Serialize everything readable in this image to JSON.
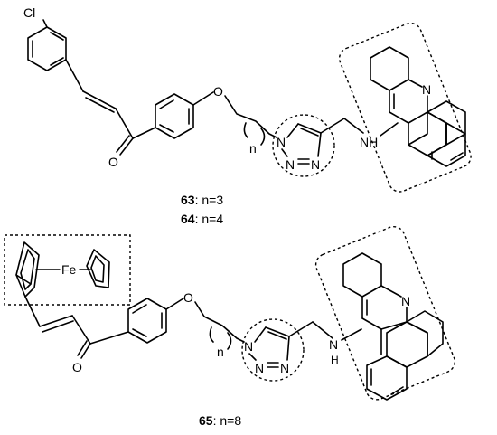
{
  "atoms": {
    "cl": "Cl",
    "o_carbonyl": "O",
    "o_ether": "O",
    "n": "N",
    "nh": "NH",
    "h": "H",
    "fe": "Fe",
    "n_index": "n"
  },
  "captions": {
    "c63_num": "63",
    "c63_rest": ": n=3",
    "c64_num": "64",
    "c64_rest": ": n=4",
    "c65_num": "65",
    "c65_rest": ": n=8"
  }
}
